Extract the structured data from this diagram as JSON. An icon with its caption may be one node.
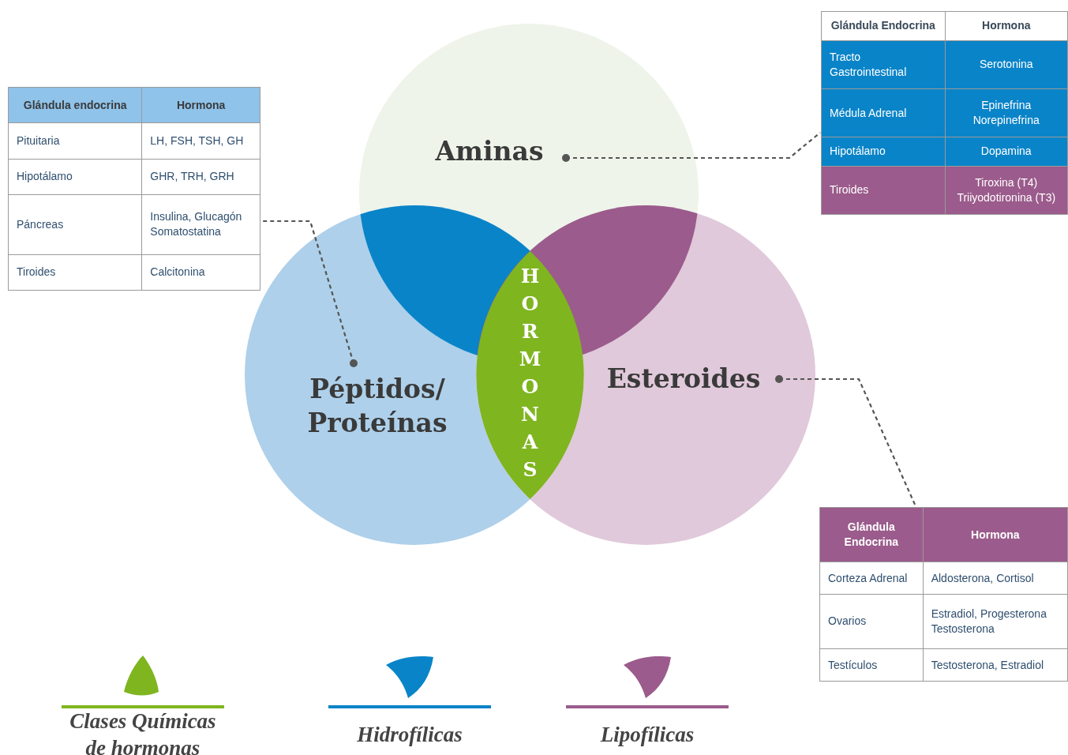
{
  "diagram": {
    "nodes": [
      {
        "text": [
          "Aminas"
        ]
      },
      {
        "text": [
          "Péptidos/ Proteínas"
        ]
      },
      {
        "text": [
          "Esteroides"
        ]
      },
      {
        "text": [
          "HORMONAS"
        ]
      },
      {
        "text": [
          "Glándula endocrina",
          "Hormona",
          "Pituitaria",
          "LH, FSH, TSH, GH",
          "Hipotálamo",
          "GHR, TRH, GRH",
          "Páncreas",
          "Insulina, Glucagón Somatostatina",
          "Tiroides",
          "Calcitonina"
        ]
      },
      {
        "text": [
          "Glándula Endocrina",
          "Hormona",
          "Tracto Gastrointestinal",
          "Serotonina",
          "Médula Adrenal",
          "Epinefrina Norepinefrina",
          "Hipotálamo",
          "Dopamina",
          "Tiroides",
          "Tiroxina (T4) Triiyodotironina (T3)"
        ]
      },
      {
        "text": [
          "Glándula Endocrina",
          "Hormona",
          "Corteza Adrenal",
          "Aldosterona, Cortisol",
          "Ovarios",
          "Estradiol, Progesterona Testosterona",
          "Testículos",
          "Testosterona, Estradiol"
        ]
      }
    ],
    "edges": [
      {
        "from": 0,
        "to": 5,
        "arrow": "other",
        "style": "dashed"
      },
      {
        "from": 1,
        "to": 4,
        "arrow": "other",
        "style": "dashed"
      },
      {
        "from": 2,
        "to": 6,
        "arrow": "other",
        "style": "dashed"
      }
    ],
    "legend": [
      {
        "text": "Clases Químicas de hormonas",
        "color": "#7fb51f"
      },
      {
        "text": "Hidrofílicas",
        "color": "#0a84c8"
      },
      {
        "text": "Lipofílicas",
        "color": "#9b5b8c"
      }
    ]
  }
}
